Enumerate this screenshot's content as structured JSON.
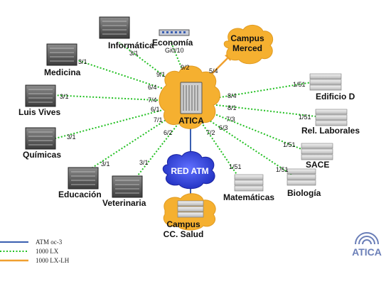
{
  "hub": {
    "label": "ATICA"
  },
  "cloud": {
    "label": "RED ATM"
  },
  "campus_merced": {
    "line1": "Campus",
    "line2": "Merced"
  },
  "campus_salud": {
    "line1": "Campus",
    "line2": "CC. Salud"
  },
  "sites": {
    "informatica": "Informática",
    "economia": "Economía",
    "medicina": "Medicina",
    "luis_vives": "Luis Vives",
    "quimicas": "Químicas",
    "educacion": "Educación",
    "veterinaria": "Veterinaria",
    "matematicas": "Matemáticas",
    "biologia": "Biología",
    "sace": "SACE",
    "rel_laborales": "Rel. Laborales",
    "edificio_d": "Edificio D"
  },
  "ports": {
    "economia_gi": "Gi0/10",
    "informatica_remote": "3/1",
    "informatica_hub": "9/1",
    "economia_hub": "9/2",
    "merced_hub": "5/4",
    "medicina_remote": "3/1",
    "medicina_hub": "6/4",
    "luisvives_remote": "3/1",
    "luisvives_hub": "7/4",
    "quimicas_remote": "3/1",
    "quimicas_hub": "6/1",
    "educacion_hub": "7/1",
    "educacion_remote": "3/1",
    "veterinaria_hub": "6/2",
    "veterinaria_remote": "3/1",
    "matematicas_hub": "7/2",
    "matematicas_remote": "1/51",
    "biologia_hub": "6/3",
    "biologia_remote": "1/51",
    "sace_hub": "7/3",
    "sace_remote": "1/51",
    "rellab_hub": "8/1",
    "rellab_remote": "1/51",
    "edificiod_hub": "8/4",
    "edificiod_remote": "1/51"
  },
  "legend": {
    "atm": "ATM oc-3",
    "lx": "1000 LX",
    "lxlh": "1000 LX-LH"
  },
  "logo": {
    "text": "ATICA"
  },
  "colors": {
    "atm_line": "#3a5fb0",
    "lx_line": "#22c022",
    "lxlh_line": "#f0a030",
    "cloud_orange": "#f5b030",
    "cloud_blue": "#3344dd"
  }
}
